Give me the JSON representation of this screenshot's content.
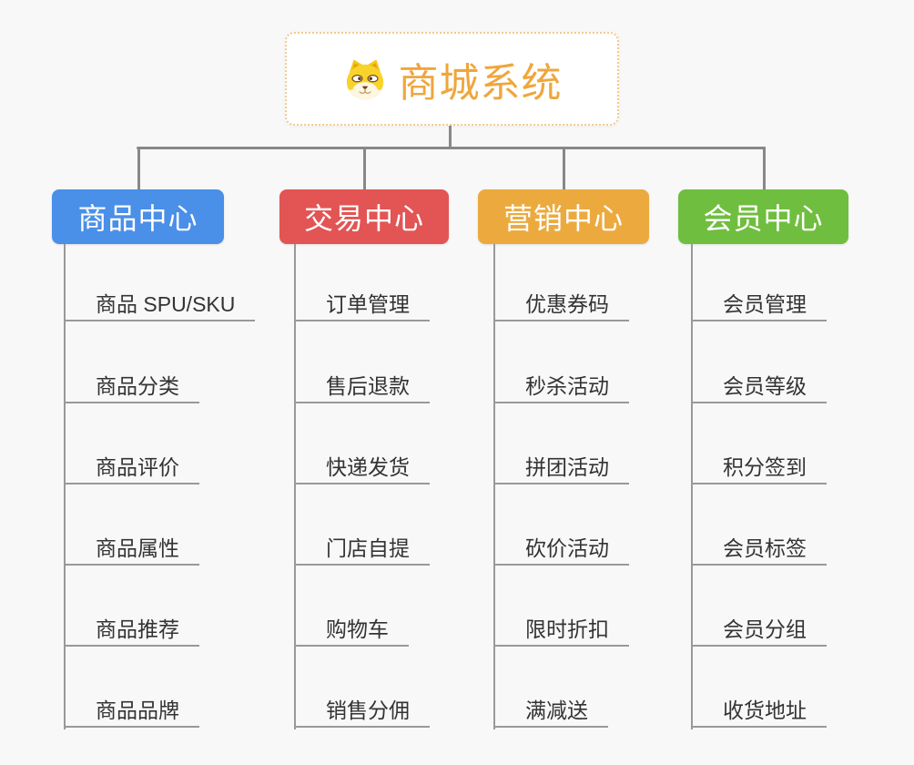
{
  "root": {
    "title": "商城系统",
    "icon": "dog-face-icon"
  },
  "branches": [
    {
      "label": "商品中心",
      "color": "#4a8fe8",
      "children": [
        "商品 SPU/SKU",
        "商品分类",
        "商品评价",
        "商品属性",
        "商品推荐",
        "商品品牌"
      ]
    },
    {
      "label": "交易中心",
      "color": "#e25554",
      "children": [
        "订单管理",
        "售后退款",
        "快递发货",
        "门店自提",
        "购物车",
        "销售分佣"
      ]
    },
    {
      "label": "营销中心",
      "color": "#ecaa3e",
      "children": [
        "优惠券码",
        "秒杀活动",
        "拼团活动",
        "砍价活动",
        "限时折扣",
        "满减送"
      ]
    },
    {
      "label": "会员中心",
      "color": "#70be3f",
      "children": [
        "会员管理",
        "会员等级",
        "积分签到",
        "会员标签",
        "会员分组",
        "收货地址"
      ]
    }
  ],
  "colors": {
    "background": "#f8f8f8",
    "connector": "#888888",
    "leaf_line": "#999999",
    "leaf_text": "#333333",
    "root_border": "#f2c98b",
    "root_title": "#efa63c"
  }
}
